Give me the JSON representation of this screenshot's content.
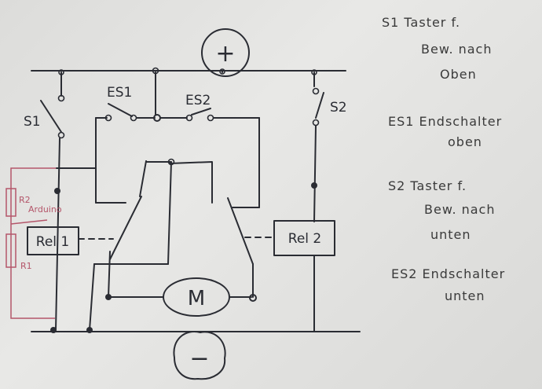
{
  "labels": {
    "plus": "+",
    "minus": "−",
    "es1": "ES1",
    "es2": "ES2",
    "s1": "S1",
    "s2": "S2",
    "rel1": "Rel 1",
    "rel2": "Rel 2",
    "motor": "M",
    "r2": "R2",
    "arduino": "Arduino",
    "r1": "R1"
  },
  "legend": [
    {
      "lines": [
        "S1  Taster f.",
        "Bew. nach",
        "Oben"
      ]
    },
    {
      "lines": [
        "ES1  Endschalter",
        "oben"
      ]
    },
    {
      "lines": [
        "S2  Taster f.",
        "Bew. nach",
        "unten"
      ]
    },
    {
      "lines": [
        "ES2  Endschalter",
        "unten"
      ]
    }
  ],
  "colors": {
    "ink": "#2a2c33",
    "resistor": "#b4566a",
    "paper": "#e2e2e0"
  }
}
